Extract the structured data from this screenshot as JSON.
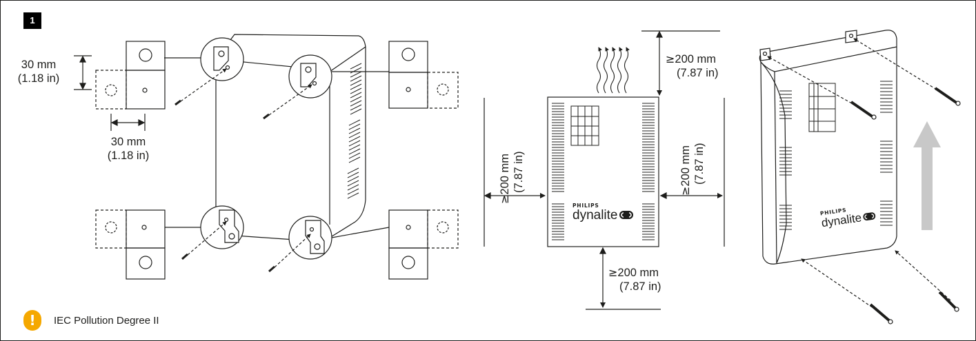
{
  "step": {
    "number": "1"
  },
  "brand": {
    "maker": "PHILIPS",
    "product": "dynalite",
    "logo_icon": "dynalite-logo-icon"
  },
  "left_figure": {
    "vertical_spacing": {
      "metric": "30 mm",
      "imperial": "(1.18 in)"
    },
    "horizontal_spacing": {
      "metric": "30 mm",
      "imperial": "(1.18 in)"
    }
  },
  "clearances": {
    "top": {
      "symbol": "≥",
      "metric": "200 mm",
      "imperial": "(7.87 in)"
    },
    "bottom": {
      "symbol": "≥",
      "metric": "200 mm",
      "imperial": "(7.87 in)"
    },
    "left": {
      "symbol": "≥",
      "metric": "200 mm",
      "imperial": "(7.87 in)"
    },
    "right": {
      "symbol": "≥",
      "metric": "200 mm",
      "imperial": "(7.87 in)"
    }
  },
  "caution": {
    "icon": "exclamation-icon",
    "text": "IEC Pollution Degree II"
  },
  "colors": {
    "line": "#1d1d1b",
    "caution": "#f5a800",
    "arrow": "#c8c8c8"
  }
}
